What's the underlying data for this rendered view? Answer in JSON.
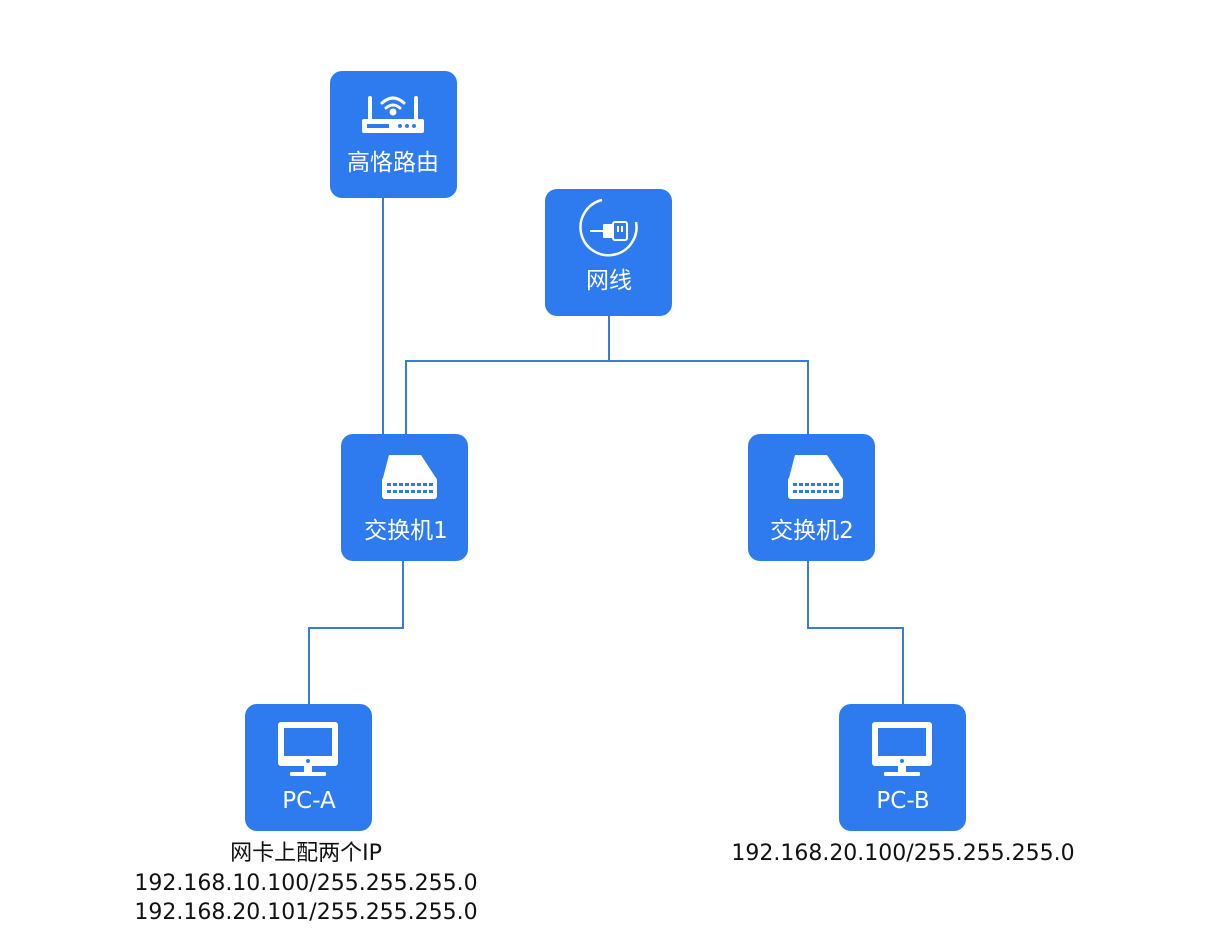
{
  "nodes": {
    "router": {
      "label": "高恪路由",
      "icon": "router-icon"
    },
    "cable": {
      "label": "网线",
      "icon": "ethernet-cable-icon"
    },
    "switch1": {
      "label": "交换机1",
      "icon": "switch-icon"
    },
    "switch2": {
      "label": "交换机2",
      "icon": "switch-icon"
    },
    "pc_a": {
      "label": "PC-A",
      "icon": "monitor-icon"
    },
    "pc_b": {
      "label": "PC-B",
      "icon": "monitor-icon"
    }
  },
  "notes": {
    "pc_a": [
      "网卡上配两个IP",
      "192.168.10.100/255.255.255.0",
      "192.168.20.101/255.255.255.0"
    ],
    "pc_b": [
      "192.168.20.100/255.255.255.0"
    ]
  },
  "colors": {
    "node": "#2e7bef",
    "link": "#3a7bd5"
  }
}
